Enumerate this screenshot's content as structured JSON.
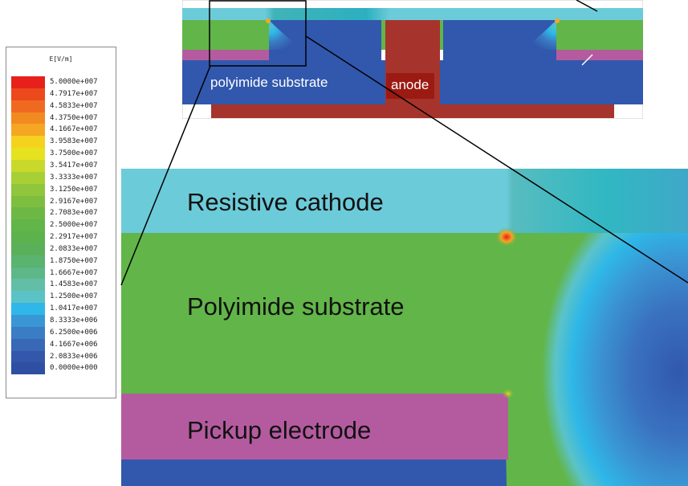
{
  "legend": {
    "title": "E[V/m]",
    "entries": [
      {
        "label": "5.0000e+007",
        "color": "#e8201c"
      },
      {
        "label": "4.7917e+007",
        "color": "#ec4a1c"
      },
      {
        "label": "4.5833e+007",
        "color": "#ef6a20"
      },
      {
        "label": "4.3750e+007",
        "color": "#f28a22"
      },
      {
        "label": "4.1667e+007",
        "color": "#f5a623"
      },
      {
        "label": "3.9583e+007",
        "color": "#f4d21d"
      },
      {
        "label": "3.7500e+007",
        "color": "#e6e21f"
      },
      {
        "label": "3.5417e+007",
        "color": "#c9d92b"
      },
      {
        "label": "3.3333e+007",
        "color": "#a8cf34"
      },
      {
        "label": "3.1250e+007",
        "color": "#8fc63b"
      },
      {
        "label": "2.9167e+007",
        "color": "#7dbe40"
      },
      {
        "label": "2.7083e+007",
        "color": "#6db844"
      },
      {
        "label": "2.5000e+007",
        "color": "#62b548"
      },
      {
        "label": "2.2917e+007",
        "color": "#5cb24c"
      },
      {
        "label": "2.0833e+007",
        "color": "#5ab05a"
      },
      {
        "label": "1.8750e+007",
        "color": "#5ab36e"
      },
      {
        "label": "1.6667e+007",
        "color": "#5db787"
      },
      {
        "label": "1.4583e+007",
        "color": "#62bea6"
      },
      {
        "label": "1.2500e+007",
        "color": "#5bc3c8"
      },
      {
        "label": "1.0417e+007",
        "color": "#2eb7e8"
      },
      {
        "label": "8.3333e+006",
        "color": "#3a96d4"
      },
      {
        "label": "6.2500e+006",
        "color": "#3a7dc4"
      },
      {
        "label": "4.1667e+006",
        "color": "#3868b6"
      },
      {
        "label": "2.0833e+006",
        "color": "#3358ab"
      },
      {
        "label": "0.0000e+000",
        "color": "#2f4fa3"
      }
    ]
  },
  "top_panel": {
    "substrate_label": "polyimide substrate",
    "anode_label": "anode"
  },
  "zoom_panel": {
    "cathode_label": "Resistive cathode",
    "substrate_label": "Polyimide substrate",
    "pickup_label": "Pickup electrode"
  },
  "colors": {
    "cathode": "#6ccbd9",
    "substrate": "#62b548",
    "pickup": "#b45ba0",
    "gas": "#3158ad",
    "anode": "#a6342c",
    "box_outline": "#000000"
  }
}
